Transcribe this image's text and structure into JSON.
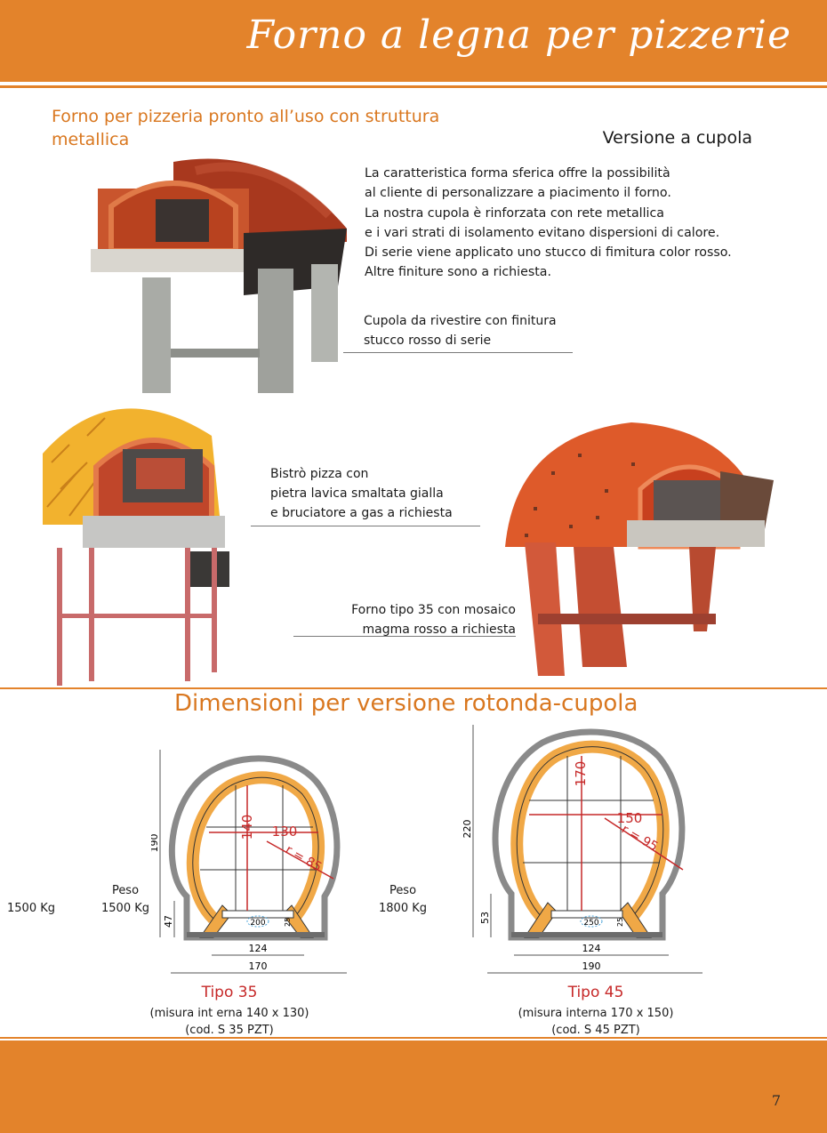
{
  "header": {
    "title": "Forno a legna per pizzerie"
  },
  "intro": {
    "subtitle": "Forno per pizzeria pronto all’uso con struttura metallica",
    "version_label": "Versione a cupola",
    "description": [
      "La caratteristica forma sferica offre la possibilità",
      "al cliente di personalizzare a piacimento il forno.",
      "La nostra cupola è rinforzata con rete metallica",
      "e i vari strati di isolamento evitano dispersioni di calore.",
      "Di serie viene applicato uno stucco di fimitura color rosso.",
      "Altre finiture sono a richiesta."
    ]
  },
  "captions": {
    "red_oven": [
      "Cupola da rivestire con finitura",
      "stucco rosso di serie"
    ],
    "yellow_oven": [
      "Bistrò pizza con",
      "pietra lavica smaltata gialla",
      "e bruciatore a gas a richiesta"
    ],
    "mosaic_oven": [
      "Forno tipo 35 con mosaico",
      "magma rosso a richiesta"
    ]
  },
  "dimensions": {
    "title": "Dimensioni per versione rotonda-cupola",
    "left_weight": "1500 Kg",
    "tipo35": {
      "name": "Tipo 35",
      "spec": "(misura int   erna 140 x 130)",
      "code": "(cod. S 35 PZT)",
      "peso_label": "Peso",
      "peso_value": "1500 Kg",
      "h_total": "190",
      "h_base": "47",
      "inner_h": "140",
      "inner_w": "130",
      "radius": "r = 85",
      "flue": "200",
      "step": "25",
      "base_w": "124",
      "total_w": "170"
    },
    "tipo45": {
      "name": "Tipo 45",
      "spec": "(misura interna 170 x 150)",
      "code": "(cod. S 45 PZT)",
      "peso_label": "Peso",
      "peso_value": "1800 Kg",
      "h_total": "220",
      "h_base": "53",
      "inner_h": "170",
      "inner_w": "150",
      "radius": "r = 95",
      "flue": "250",
      "step": "25",
      "base_w": "124",
      "total_w": "190"
    }
  },
  "footer": {
    "page": "7"
  },
  "colors": {
    "accent": "#e3832b",
    "accent_text": "#d9771f",
    "dim_red": "#c62828",
    "brick": "#f0a846"
  }
}
